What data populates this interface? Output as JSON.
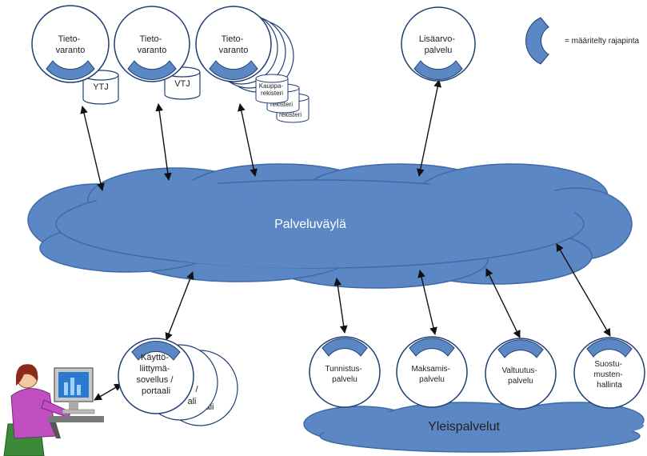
{
  "diagram": {
    "bus_label": "Palveluväylä",
    "common_services_label": "Yleispalvelut",
    "legend_text": "= määritelty rajapinta",
    "data_sources": [
      {
        "title_line1": "Tieto-",
        "title_line2": "varanto",
        "db_label": "YTJ"
      },
      {
        "title_line1": "Tieto-",
        "title_line2": "varanto",
        "db_label": "VTJ"
      },
      {
        "title_line1": "Tieto-",
        "title_line2": "varanto",
        "db_label_line1": "Kauppa-",
        "db_label_line2": "rekisteri",
        "back_label_1": "rekisteri",
        "back_label_2": "rekisteri"
      }
    ],
    "value_added": {
      "line1": "Lisäarvo-",
      "line2": "palvelu"
    },
    "ui": {
      "line1": "Käyttö-",
      "line2": "liittymä-",
      "line3": "sovellus /",
      "line4": "portaali",
      "back1": "/",
      "back2": "ali",
      "back3": "ali"
    },
    "common_services": [
      {
        "line1": "Tunnistus-",
        "line2": "palvelu"
      },
      {
        "line1": "Maksamis-",
        "line2": "palvelu"
      },
      {
        "line1": "Valtuutus-",
        "line2": "palvelu"
      },
      {
        "line1": "Suostu-",
        "line2": "musten-",
        "line3": "hallinta"
      }
    ],
    "colors": {
      "blue": "#5b87c5",
      "blue_dark": "#3f6aa8",
      "outline": "#1f3f73",
      "text": "#222222"
    }
  }
}
